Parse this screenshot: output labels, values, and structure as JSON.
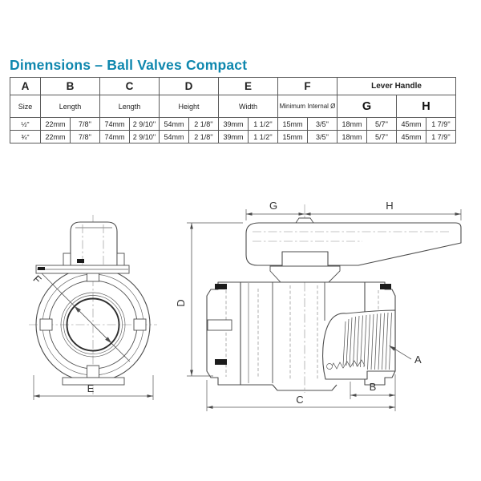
{
  "page": {
    "title": "Dimensions – Ball Valves Compact"
  },
  "colors": {
    "accent": "#0e87ae",
    "drawing_line": "#4d4d4d",
    "table_border": "#3c3c3c"
  },
  "table": {
    "groups": [
      {
        "letter": "A",
        "label": "Size"
      },
      {
        "letter": "B",
        "label": "Length"
      },
      {
        "letter": "C",
        "label": "Length"
      },
      {
        "letter": "D",
        "label": "Height"
      },
      {
        "letter": "E",
        "label": "Width"
      },
      {
        "letter": "F",
        "label": "Minimum Internal Ø"
      }
    ],
    "lever_handle": {
      "label": "Lever Handle",
      "g": "G",
      "h": "H"
    },
    "rows": [
      {
        "size": "½''",
        "values": [
          "22mm",
          "7/8''",
          "74mm",
          "2 9/10''",
          "54mm",
          "2 1/8''",
          "39mm",
          "1 1/2''",
          "15mm",
          "3/5''",
          "18mm",
          "5/7''",
          "45mm",
          "1 7/9''"
        ]
      },
      {
        "size": "¾''",
        "values": [
          "22mm",
          "7/8''",
          "74mm",
          "2 9/10''",
          "54mm",
          "2 1/8''",
          "39mm",
          "1 1/2''",
          "15mm",
          "3/5''",
          "18mm",
          "5/7''",
          "45mm",
          "1 7/9''"
        ]
      }
    ]
  },
  "drawing": {
    "front": {
      "f": "F",
      "e": "E"
    },
    "side": {
      "g": "G",
      "h": "H",
      "d": "D",
      "a": "A",
      "b": "B",
      "c": "C"
    }
  }
}
